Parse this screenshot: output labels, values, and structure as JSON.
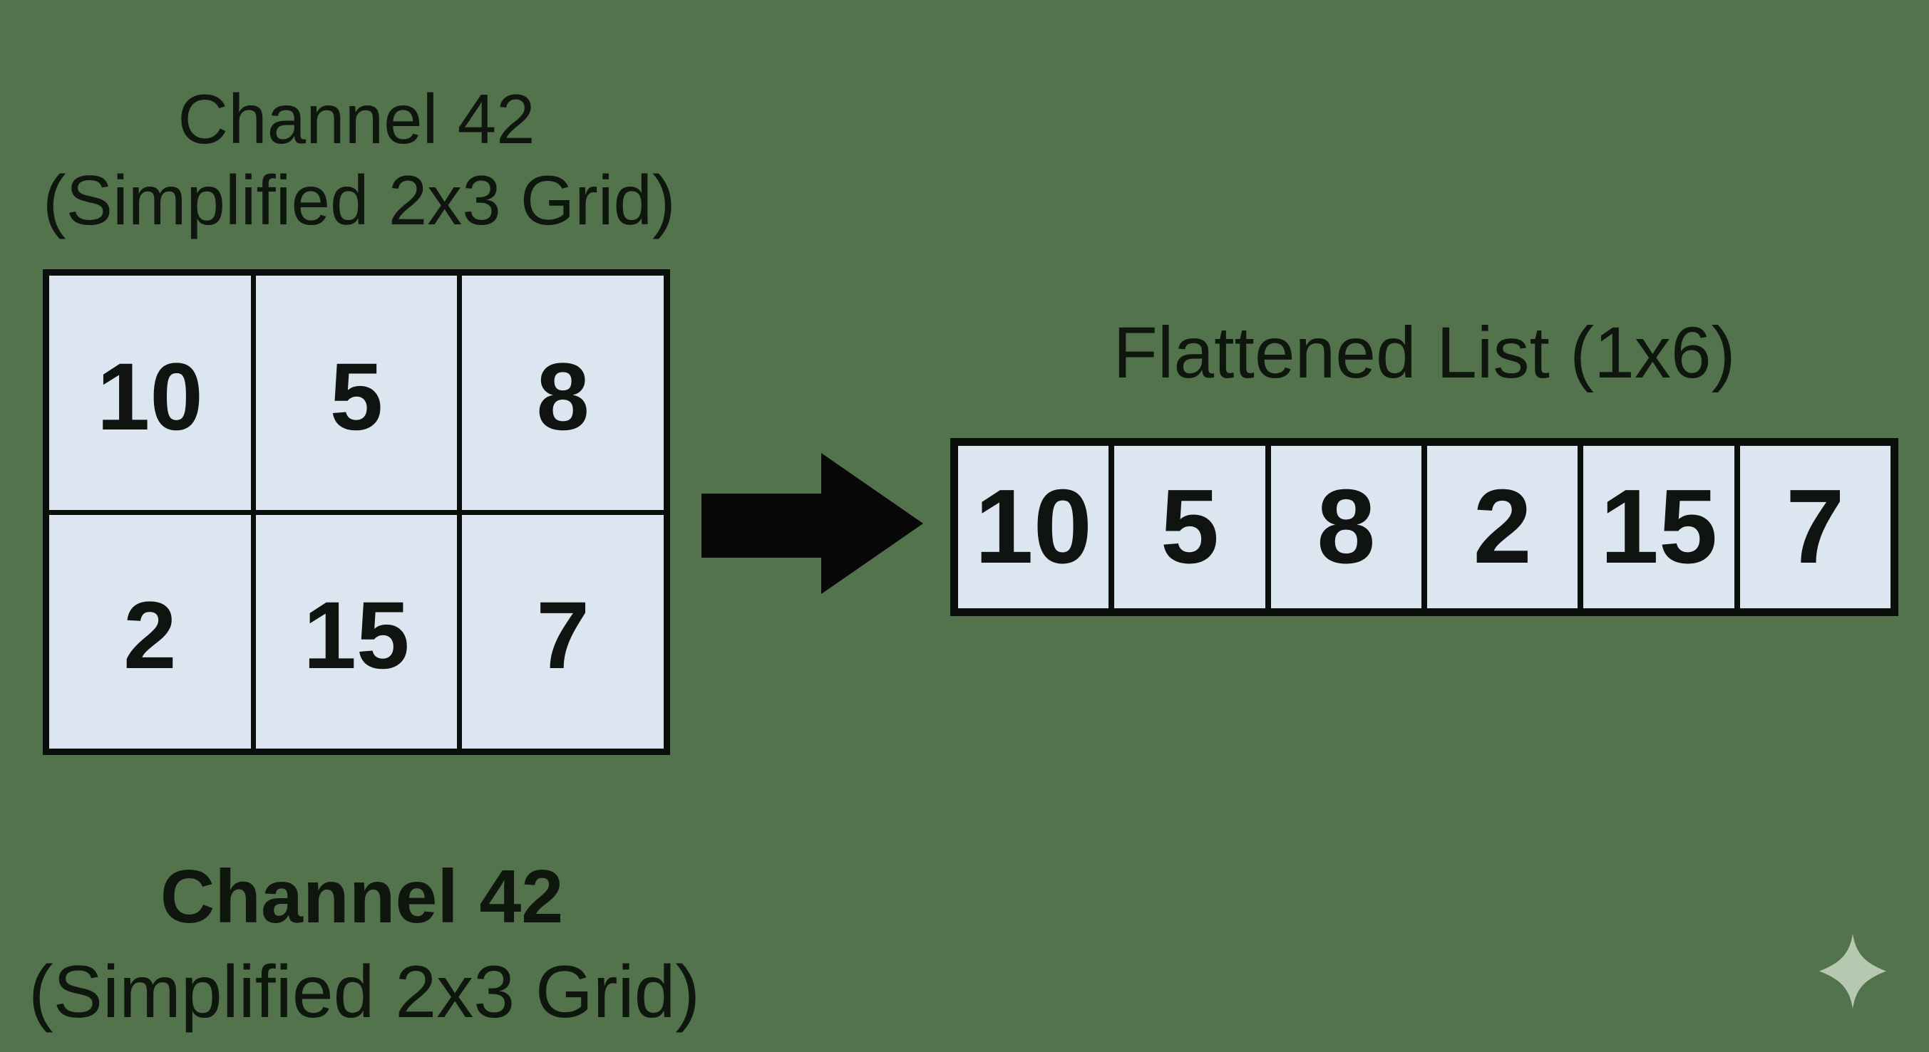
{
  "colors": {
    "background": "#53734c",
    "line": "#0b0f0b",
    "text": "#0e160e",
    "digit": "#101410",
    "cell_fill": "#dce6f0",
    "arrow": "#070807",
    "sparkle": "#b6c9b0"
  },
  "source_grid": {
    "title_line1": "Channel 42",
    "title_line2": "(Simplified 2x3 Grid)",
    "rows": 2,
    "cols": 3,
    "values": [
      "10",
      "5",
      "8",
      "2",
      "15",
      "7"
    ]
  },
  "flattened": {
    "title": "Flattened List (1x6)",
    "rows": 1,
    "cols": 6,
    "values": [
      "10",
      "5",
      "8",
      "2",
      "15",
      "7"
    ]
  },
  "caption": {
    "line1": "Channel 42",
    "line2": "(Simplified 2x3 Grid)"
  },
  "icons": {
    "arrow": "right-arrow",
    "sparkle": "four-point-sparkle"
  }
}
